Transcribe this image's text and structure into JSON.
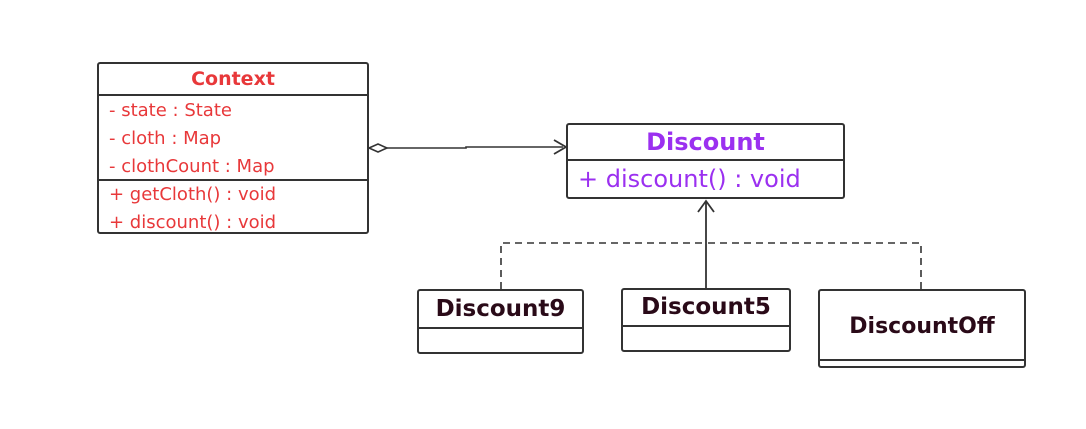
{
  "diagram": {
    "context": {
      "name": "Context",
      "attributes": [
        "- state : State",
        "- cloth : Map",
        "- clothCount : Map"
      ],
      "operations": [
        "+ getCloth() : void",
        "+ discount() : void"
      ],
      "color": "#e8383a"
    },
    "discount": {
      "name": "Discount",
      "operations": [
        "+ discount() : void"
      ],
      "color": "#9b30f0"
    },
    "subclasses": [
      {
        "name": "Discount9"
      },
      {
        "name": "Discount5"
      },
      {
        "name": "DiscountOff"
      }
    ],
    "subclass_color": "#2a0a18",
    "line_color": "#333333"
  }
}
